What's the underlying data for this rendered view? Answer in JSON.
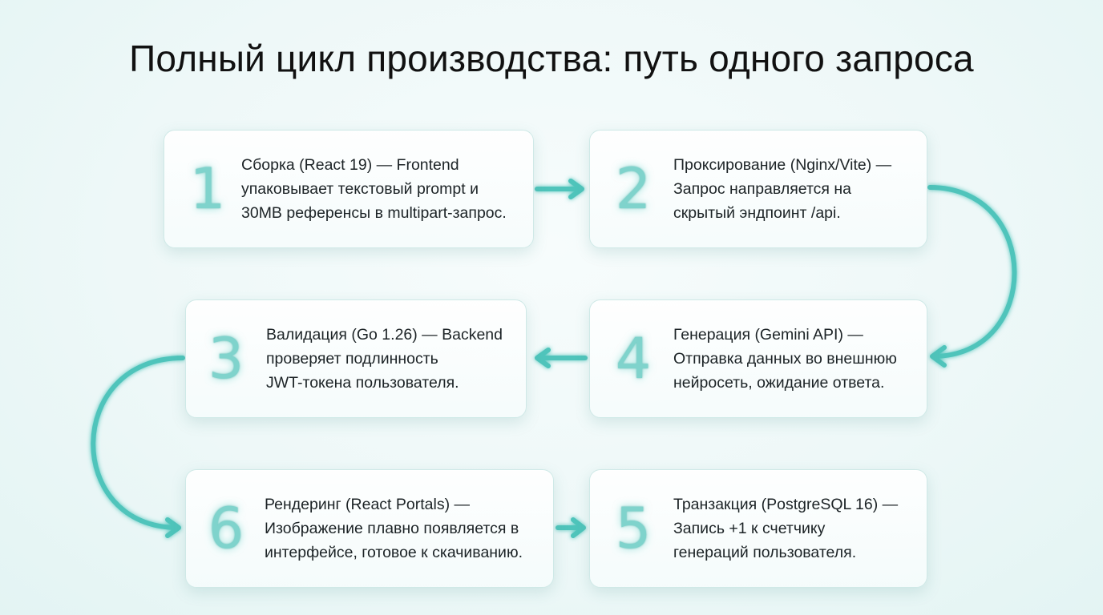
{
  "title": "Полный цикл производства: путь одного запроса",
  "colors": {
    "accent": "#4fc4bb",
    "number": "#7fd3cc",
    "card_border": "#cfe9e7",
    "text": "#1c2326"
  },
  "steps": [
    {
      "number": "1",
      "lines": [
        "Сборка (React 19) — Frontend",
        "упаковывает текстовый prompt и",
        "30MB референсы в multipart-запрос."
      ]
    },
    {
      "number": "2",
      "lines": [
        "Проксирование (Nginx/Vite) —",
        "Запрос направляется на",
        "скрытый эндпоинт /api."
      ]
    },
    {
      "number": "3",
      "lines": [
        "Валидация (Go 1.26) — Backend",
        "проверяет подлинность",
        "JWT-токена пользователя."
      ]
    },
    {
      "number": "4",
      "lines": [
        "Генерация (Gemini API) —",
        "Отправка данных во внешнюю",
        "нейросеть, ожидание ответа."
      ]
    },
    {
      "number": "6",
      "lines": [
        "Рендеринг (React Portals) —",
        "Изображение плавно появляется в",
        "интерфейсе, готовое к скачиванию."
      ]
    },
    {
      "number": "5",
      "lines": [
        "Транзакция (PostgreSQL 16) —",
        "Запись +1 к счетчику",
        "генераций пользователя."
      ]
    }
  ]
}
